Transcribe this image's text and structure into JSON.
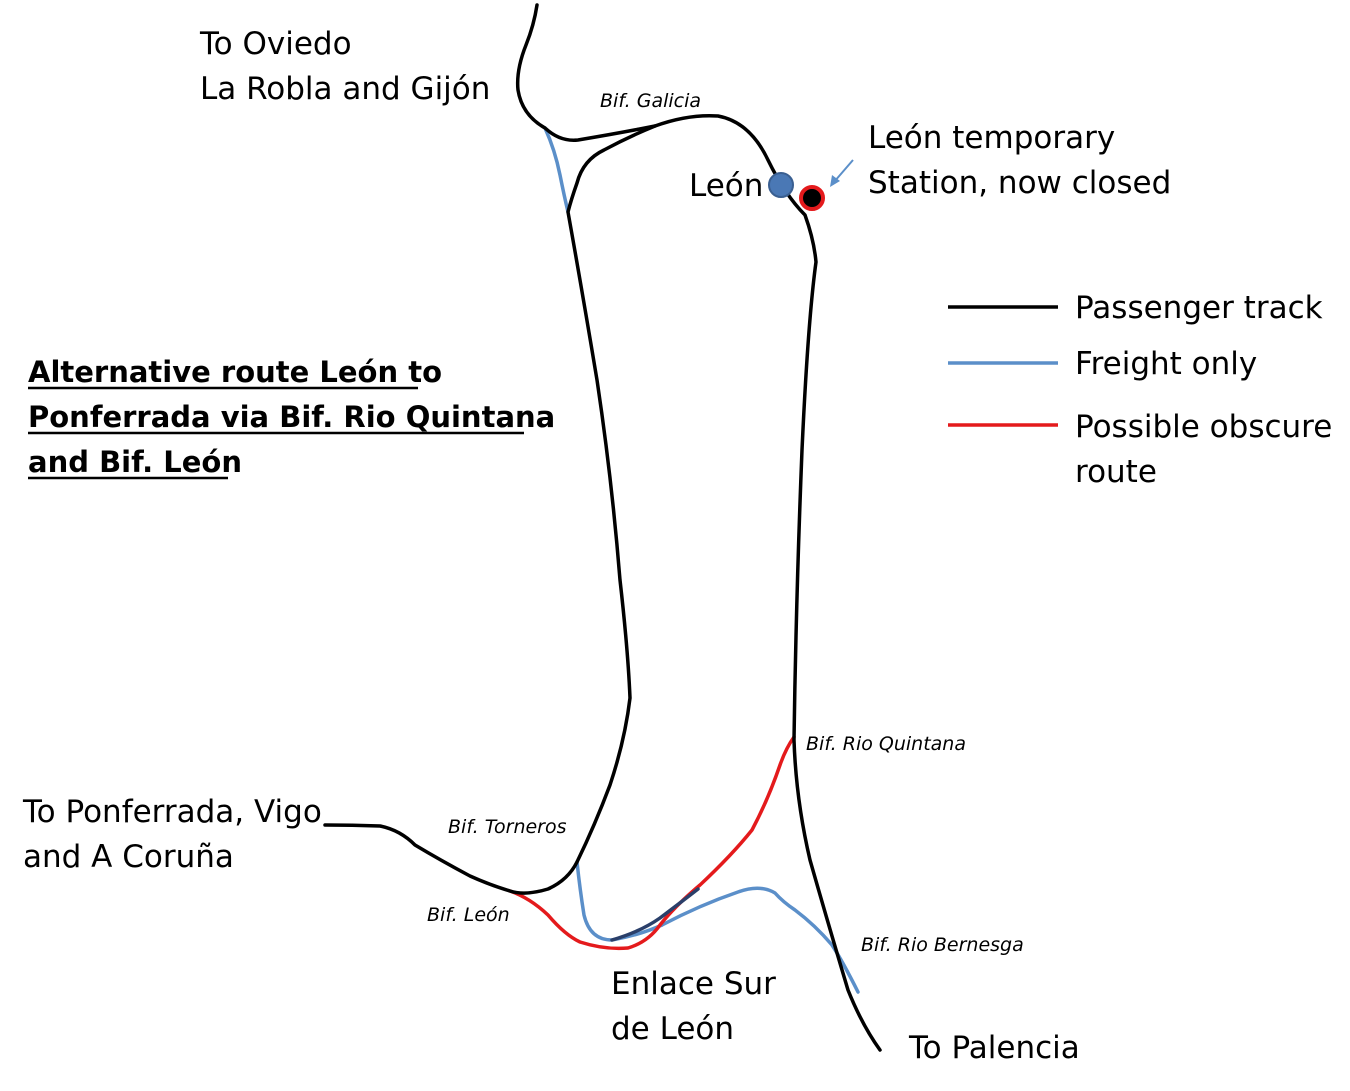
{
  "title_lines": [
    "Alternative route León to",
    "Ponferrada via Bif. Rio Quintana",
    "and Bif. León"
  ],
  "places": {
    "oviedo_line1": "To Oviedo",
    "oviedo_line2": "La Robla and Gijón",
    "leon": "León",
    "temp_station_line1": "León temporary",
    "temp_station_line2": "Station, now closed",
    "ponferrada_line1": "To Ponferrada, Vigo",
    "ponferrada_line2": "and A Coruña",
    "enlace_line1": "Enlace Sur",
    "enlace_line2": "de León",
    "palencia": "To Palencia"
  },
  "junctions": {
    "galicia": "Bif. Galicia",
    "rio_quintana": "Bif. Rio Quintana",
    "torneros": "Bif. Torneros",
    "leon": "Bif. León",
    "rio_bernesga": "Bif. Rio Bernesga"
  },
  "legend": {
    "passenger": "Passenger track",
    "freight": "Freight only",
    "obscure_line1": "Possible obscure",
    "obscure_line2": "route"
  },
  "colors": {
    "passenger": "#000000",
    "freight": "#5b8fc9",
    "obscure": "#e41a1c",
    "station_leon": "#4a78b5",
    "station_temp_fill": "#000000",
    "station_temp_ring": "#e41a1c"
  }
}
